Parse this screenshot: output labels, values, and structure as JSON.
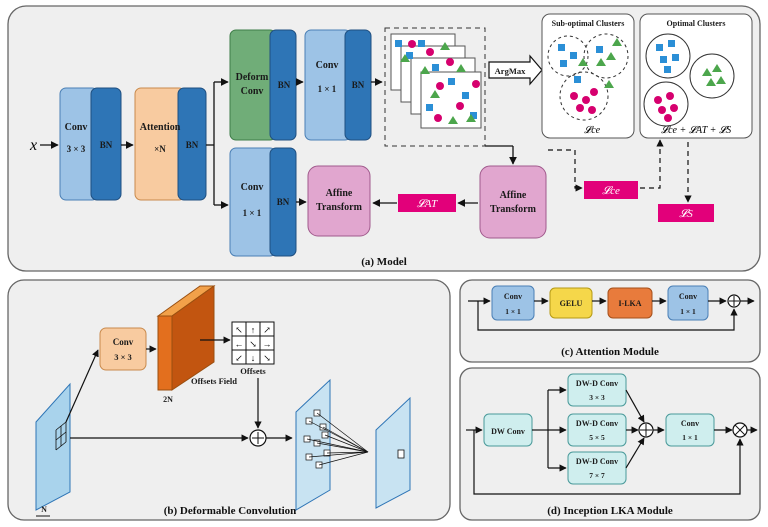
{
  "model": {
    "input": "x",
    "conv1": {
      "name": "Conv",
      "size": "3 × 3"
    },
    "bn": "BN",
    "attention": {
      "name": "Attention",
      "mult": "×N"
    },
    "deform": {
      "line1": "Deform",
      "line2": "Conv"
    },
    "conv_top": {
      "name": "Conv",
      "size": "1 × 1"
    },
    "conv_bot": {
      "name": "Conv",
      "size": "1 × 1"
    },
    "affine_left": {
      "line1": "Affine",
      "line2": "Transform"
    },
    "affine_right": {
      "line1": "Affine",
      "line2": "Transform"
    },
    "argmax": "ArgMax",
    "loss_at": "𝓛AT",
    "loss_ce": "𝓛ce",
    "loss_s": "𝓛S",
    "suboptimal_title": "Sub-optimal Clusters",
    "optimal_title": "Optimal Clusters",
    "suboptimal_loss": "𝓛ce",
    "optimal_loss": "𝓛ce + 𝓛AT + 𝓛S",
    "caption": "(a) Model"
  },
  "deformable": {
    "conv": {
      "name": "Conv",
      "size": "3 × 3"
    },
    "offsets_field": "Offsets Field",
    "offsets": "Offsets",
    "dim_2n": "2N",
    "dim_n": "N",
    "caption": "(b) Deformable Convolution"
  },
  "attention_module": {
    "conv1": {
      "name": "Conv",
      "size": "1 × 1"
    },
    "gelu": "GELU",
    "lka": "I-LKA",
    "conv2": {
      "name": "Conv",
      "size": "1 × 1"
    },
    "caption": "(c) Attention Module"
  },
  "lka_module": {
    "dw": "DW Conv",
    "dwd1": {
      "name": "DW-D Conv",
      "size": "3 × 3"
    },
    "dwd2": {
      "name": "DW-D Conv",
      "size": "5 × 5"
    },
    "dwd3": {
      "name": "DW-D Conv",
      "size": "7 × 7"
    },
    "conv": {
      "name": "Conv",
      "size": "1 × 1"
    },
    "caption": "(d) Inception LKA Module"
  },
  "colors": {
    "conv_blue": "#9dc3e6",
    "bn_blue": "#2e75b6",
    "attention_orange": "#f8cba0",
    "deform_green": "#70ad78",
    "affine_pink": "#e1a6cf",
    "loss_magenta": "#e2007a",
    "gelu_yellow": "#f5d74a",
    "lka_orange": "#e87b3c",
    "teal": "#cfeeee",
    "panel_bg": "#efefef"
  }
}
